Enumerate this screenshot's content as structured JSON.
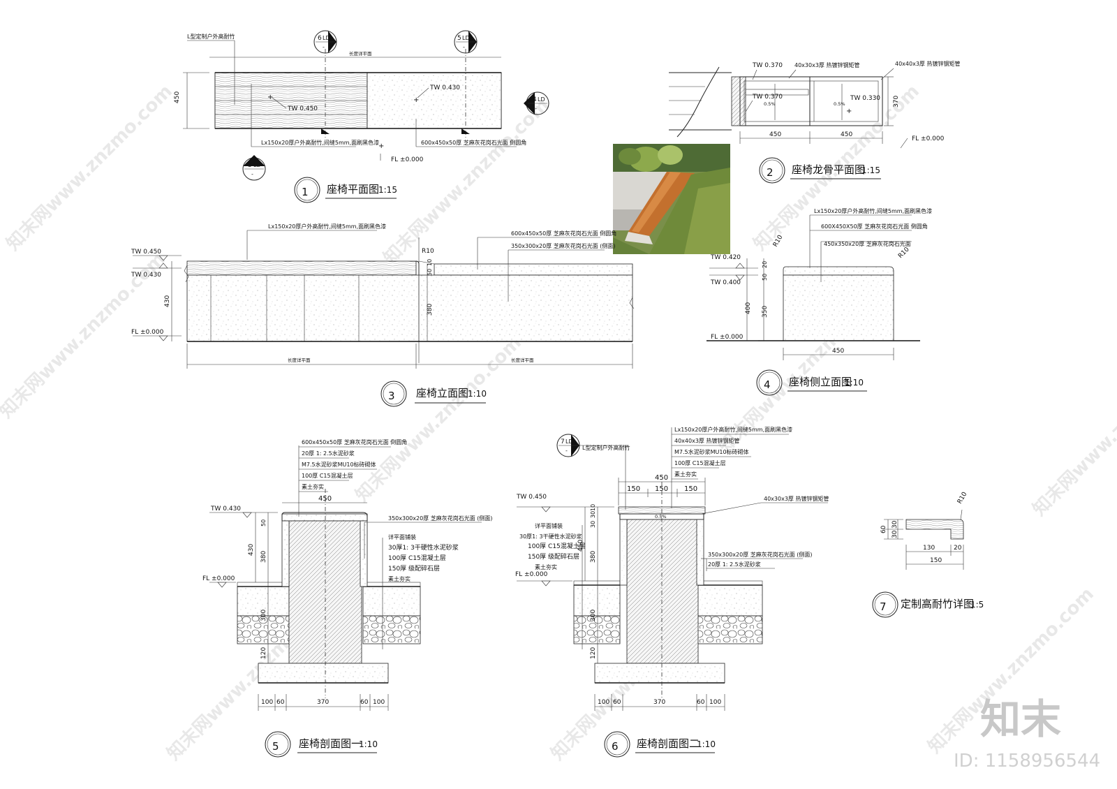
{
  "plan": {
    "title": "座椅平面图",
    "scale": "1:15",
    "num": "1",
    "note_bamboo_profile": "L型定制户外高耐竹",
    "note_length": "长度详平面",
    "dim_450": "450",
    "tw_450": "TW 0.450",
    "tw_430": "TW 0.430",
    "note_bamboo_board": "Lx150x20厚户外高耐竹,间缝5mm,面刷黑色漆",
    "note_granite_top": "600x450x50厚 芝麻灰花岗石光面 倒圆角",
    "fl": "FL ±0.000",
    "sec_markers": [
      {
        "num": "6",
        "ref": "LD"
      },
      {
        "num": "5",
        "ref": "LD"
      },
      {
        "num": "4",
        "ref": "LD"
      },
      {
        "num": "3",
        "ref": "LD"
      }
    ]
  },
  "frame": {
    "title": "座椅龙骨平面图",
    "scale": "1:15",
    "num": "2",
    "tw_370_a": "TW 0.370",
    "tw_370_b": "TW 0.370",
    "tw_330": "TW 0.330",
    "pipe_40x30": "40x30x3厚 热镀锌钢矩管",
    "pipe_40x40": "40x40x3厚 热镀锌钢矩管",
    "slope_a": "0.5%",
    "slope_b": "0.5%",
    "dim_370": "370",
    "dim_450_a": "450",
    "dim_450_b": "450",
    "fl": "FL ±0.000"
  },
  "elevation": {
    "title": "座椅立面图",
    "scale": "1:10",
    "num": "3",
    "tw_450": "TW 0.450",
    "tw_430": "TW 0.430",
    "fl": "FL ±0.000",
    "note_bamboo": "Lx150x20厚户外高耐竹,间缝5mm,面刷黑色漆",
    "note_top": "600x450x50厚 芝麻灰花岗石光面 倒圆角",
    "note_side": "350x300x20厚 芝麻灰花岗石光面 (侧面)",
    "r10": "R10",
    "dim_430": "430",
    "dim_380": "380",
    "dim_50": "50",
    "dim_10": "10",
    "len_left": "长度详平面",
    "len_right": "长度详平面"
  },
  "side": {
    "title": "座椅侧立面图",
    "scale": "1:10",
    "num": "4",
    "note_bamboo": "Lx150x20厚户外高耐竹,间缝5mm,面刷黑色漆",
    "note_top": "600X450X50厚 芝麻灰花岗石光面 倒圆角",
    "note_side": "450x350x20厚 芝麻灰花岗石光面",
    "tw_420": "TW 0.420",
    "tw_400": "TW 0.400",
    "fl": "FL ±0.000",
    "r10_a": "R10",
    "r10_b": "R10",
    "dim_20": "20",
    "dim_50": "50",
    "dim_400": "400",
    "dim_350": "350",
    "dim_450": "450"
  },
  "section1": {
    "title": "座椅剖面图一",
    "scale": "1:10",
    "num": "5",
    "notes": [
      "600x450x50厚 芝麻灰花岗石光面 倒圆角",
      "20厚 1: 2.5水泥砂浆",
      "M7.5水泥砂浆MU10标砖砌体",
      "100厚 C15混凝土层",
      "素土夯实"
    ],
    "note_side": "350x300x20厚 芝麻灰花岗石光面 (侧面)",
    "right_notes": [
      "详平面铺装",
      "30厚1: 3干硬性水泥砂浆",
      "100厚 C15混凝土层",
      "150厚 级配碎石层",
      "素土夯实"
    ],
    "tw": "TW 0.430",
    "fl": "FL ±0.000",
    "dim_450": "450",
    "dim_430": "430",
    "dim_50": "50",
    "dim_380": "380",
    "dim_300": "300",
    "dim_120": "120",
    "bottom_dims": [
      "100",
      "60",
      "370",
      "60",
      "100"
    ]
  },
  "section2": {
    "title": "座椅剖面图二",
    "scale": "1:10",
    "num": "6",
    "marker": {
      "num": "7",
      "ref": "LD"
    },
    "note_profile": "L型定制户外高耐竹",
    "notes": [
      "Lx150x20厚户外高耐竹,间缝5mm,面刷黑色漆",
      "40x40x3厚 热镀锌钢矩管",
      "M7.5水泥砂浆MU10标砖砌体",
      "100厚 C15混凝土层",
      "素土夯实"
    ],
    "note_pipe": "40x30x3厚 热镀锌钢矩管",
    "left_notes": [
      "详平面铺装",
      "30厚1: 3干硬性水泥砂浆",
      "100厚 C15混凝土层",
      "150厚 级配碎石层",
      "素土夯实"
    ],
    "right_notes": [
      "350x300x20厚 芝麻灰花岗石光面 (侧面)",
      "20厚 1: 2.5水泥砂浆"
    ],
    "tw": "TW 0.450",
    "fl": "FL ±0.000",
    "slope": "0.5%",
    "dim_450": "450",
    "top_dims": [
      "150",
      "150",
      "150"
    ],
    "dim_10": "10",
    "dim_30a": "30",
    "dim_30b": "30",
    "dim_450v": "450",
    "dim_380": "380",
    "dim_300": "300",
    "dim_120": "120",
    "bottom_dims": [
      "100",
      "60",
      "370",
      "60",
      "100"
    ]
  },
  "detail": {
    "title": "定制高耐竹详图",
    "scale": "1:5",
    "num": "7",
    "r10": "R10",
    "dim_60": "60",
    "dim_30a": "30",
    "dim_30b": "30",
    "dim_130": "130",
    "dim_20": "20",
    "dim_150": "150"
  },
  "branding": {
    "logo": "知末",
    "id": "ID: 1158956544",
    "watermark": "知末网www.znzmo.com"
  }
}
